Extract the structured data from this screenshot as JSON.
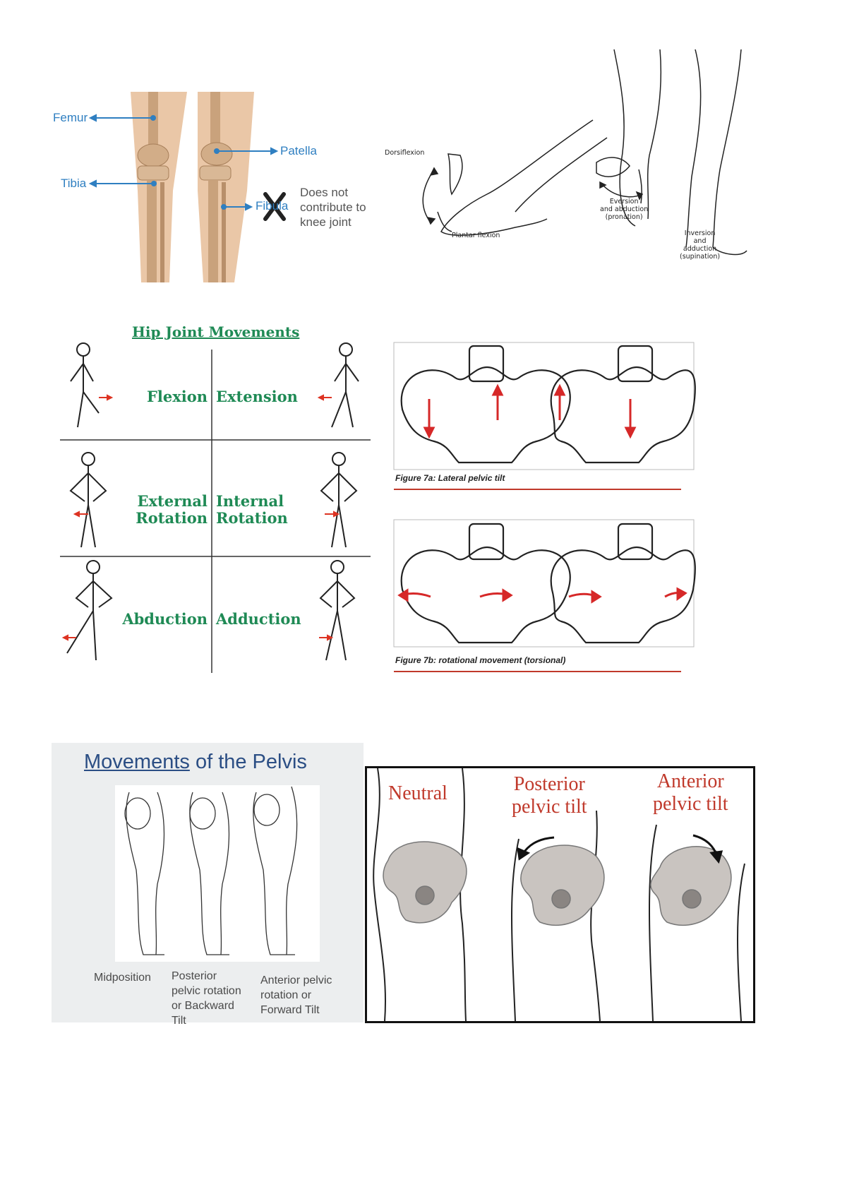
{
  "knee": {
    "femur": "Femur",
    "patella": "Patella",
    "tibia": "Tibia",
    "fibula": "Fibula",
    "note_lines": [
      "Does not",
      "contribute to",
      "knee joint"
    ]
  },
  "ankle": {
    "dorsiflexion": "Dorsiflexion",
    "plantar_flexion": "Plantar flexion",
    "eversion_lines": [
      "Eversion",
      "and abduction",
      "(pronation)"
    ],
    "inversion_lines": [
      "Inversion",
      "and",
      "adduction",
      "(supination)"
    ]
  },
  "hip": {
    "title": "Hip Joint Movements",
    "rows": [
      {
        "left": [
          "Flexion"
        ],
        "right": [
          "Extension"
        ]
      },
      {
        "left": [
          "External",
          "Rotation"
        ],
        "right": [
          "Internal",
          "Rotation"
        ]
      },
      {
        "left": [
          "Abduction"
        ],
        "right": [
          "Adduction"
        ]
      }
    ]
  },
  "figure7": {
    "caption_a": "Figure 7a: Lateral pelvic tilt",
    "caption_b": "Figure 7b: rotational movement (torsional)",
    "accent_color": "#c0392b"
  },
  "pelvis_movements": {
    "title_underlined": "Movements",
    "title_rest": " of the Pelvis",
    "captions": [
      [
        "Midposition"
      ],
      [
        "Posterior",
        "pelvic rotation",
        "or  Backward",
        "Tilt"
      ],
      [
        "Anterior pelvic",
        "rotation or",
        "Forward Tilt"
      ]
    ]
  },
  "tilt": {
    "neutral": "Neutral",
    "posterior_lines": [
      "Posterior",
      "pelvic tilt"
    ],
    "anterior_lines": [
      "Anterior",
      "pelvic tilt"
    ],
    "label_color": "#c0392b"
  }
}
